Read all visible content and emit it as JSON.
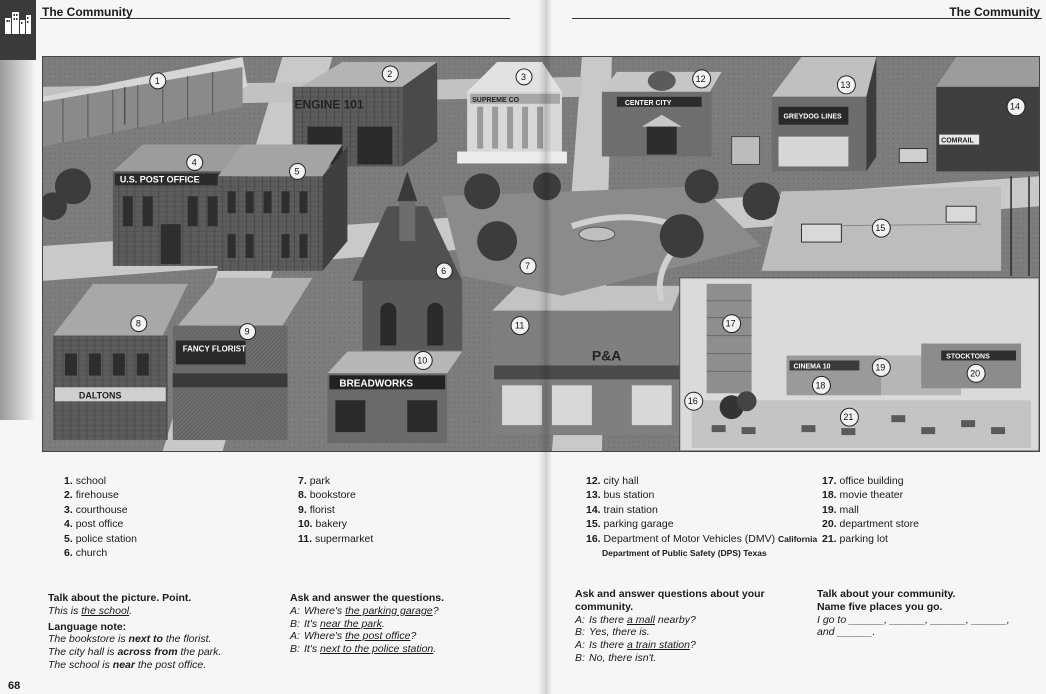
{
  "header": {
    "left_title": "The Community",
    "right_title": "The Community"
  },
  "page_number": "68",
  "illustration": {
    "signs": {
      "firehouse": "ENGINE 101",
      "courthouse": "SUPREME CO",
      "post_office": "U.S. POST OFFICE",
      "city_hall": "CENTER CITY",
      "bus_station": "GREYDOG LINES",
      "train_station": "COMRAIL",
      "florist": "FANCY FLORIST",
      "bakery": "BREADWORKS",
      "supermarket": "P&A",
      "store_left": "DALTONS",
      "cinema": "CINEMA 10",
      "department_store": "STOCKTONS"
    },
    "numbers": [
      "1",
      "2",
      "3",
      "4",
      "5",
      "6",
      "7",
      "8",
      "9",
      "10",
      "11",
      "12",
      "13",
      "14",
      "15",
      "16",
      "17",
      "18",
      "19",
      "20",
      "21"
    ]
  },
  "vocab": {
    "col1": [
      {
        "n": "1.",
        "t": "school"
      },
      {
        "n": "2.",
        "t": "firehouse"
      },
      {
        "n": "3.",
        "t": "courthouse"
      },
      {
        "n": "4.",
        "t": "post office"
      },
      {
        "n": "5.",
        "t": "police station"
      },
      {
        "n": "6.",
        "t": "church"
      }
    ],
    "col2": [
      {
        "n": "7.",
        "t": "park"
      },
      {
        "n": "8.",
        "t": "bookstore"
      },
      {
        "n": "9.",
        "t": "florist"
      },
      {
        "n": "10.",
        "t": "bakery"
      },
      {
        "n": "11.",
        "t": "supermarket"
      }
    ],
    "col3": [
      {
        "n": "12.",
        "t": "city hall"
      },
      {
        "n": "13.",
        "t": "bus station"
      },
      {
        "n": "14.",
        "t": "train station"
      },
      {
        "n": "15.",
        "t": "parking garage"
      },
      {
        "n": "16.",
        "t": "Department of Motor Vehicles (DMV)",
        "note": "California"
      }
    ],
    "col3_note2": "Department of Public Safety (DPS) Texas",
    "col4": [
      {
        "n": "17.",
        "t": "office building"
      },
      {
        "n": "18.",
        "t": "movie theater"
      },
      {
        "n": "19.",
        "t": "mall"
      },
      {
        "n": "20.",
        "t": "department store"
      },
      {
        "n": "21.",
        "t": "parking lot"
      }
    ]
  },
  "exercises": {
    "ex1": {
      "title": "Talk about the picture. Point.",
      "line1_pre": "This is ",
      "line1_u": "the school",
      "line1_post": ".",
      "note_title": "Language note:",
      "note1_pre": "The bookstore is ",
      "note1_b": "next to",
      "note1_post": " the florist.",
      "note2_pre": "The city hall is ",
      "note2_b": "across from",
      "note2_post": " the park.",
      "note3_pre": "The school is ",
      "note3_b": "near",
      "note3_post": " the post office."
    },
    "ex2": {
      "title": "Ask and answer the questions.",
      "lines": [
        {
          "sp": "A:",
          "pre": "Where's ",
          "u": "the parking garage",
          "post": "?"
        },
        {
          "sp": "B:",
          "pre": "It's ",
          "u": "near the park",
          "post": "."
        },
        {
          "sp": "A:",
          "pre": "Where's ",
          "u": "the post office",
          "post": "?"
        },
        {
          "sp": "B:",
          "pre": "It's ",
          "u": "next to the police station",
          "post": "."
        }
      ]
    },
    "ex3": {
      "title_1": "Ask and answer questions about your",
      "title_2": "community.",
      "lines": [
        {
          "sp": "A:",
          "pre": "Is there ",
          "u": "a mall",
          "post": " nearby?"
        },
        {
          "sp": "B:",
          "pre": "Yes, there is.",
          "u": "",
          "post": ""
        },
        {
          "sp": "A:",
          "pre": "Is there ",
          "u": "a train station",
          "post": "?"
        },
        {
          "sp": "B:",
          "pre": "No, there isn't.",
          "u": "",
          "post": ""
        }
      ]
    },
    "ex4": {
      "title_1": "Talk about your community.",
      "title_2": "Name five places you go.",
      "line1": "I go to ______, ______, ______, ______,",
      "line2": "and ______."
    }
  }
}
